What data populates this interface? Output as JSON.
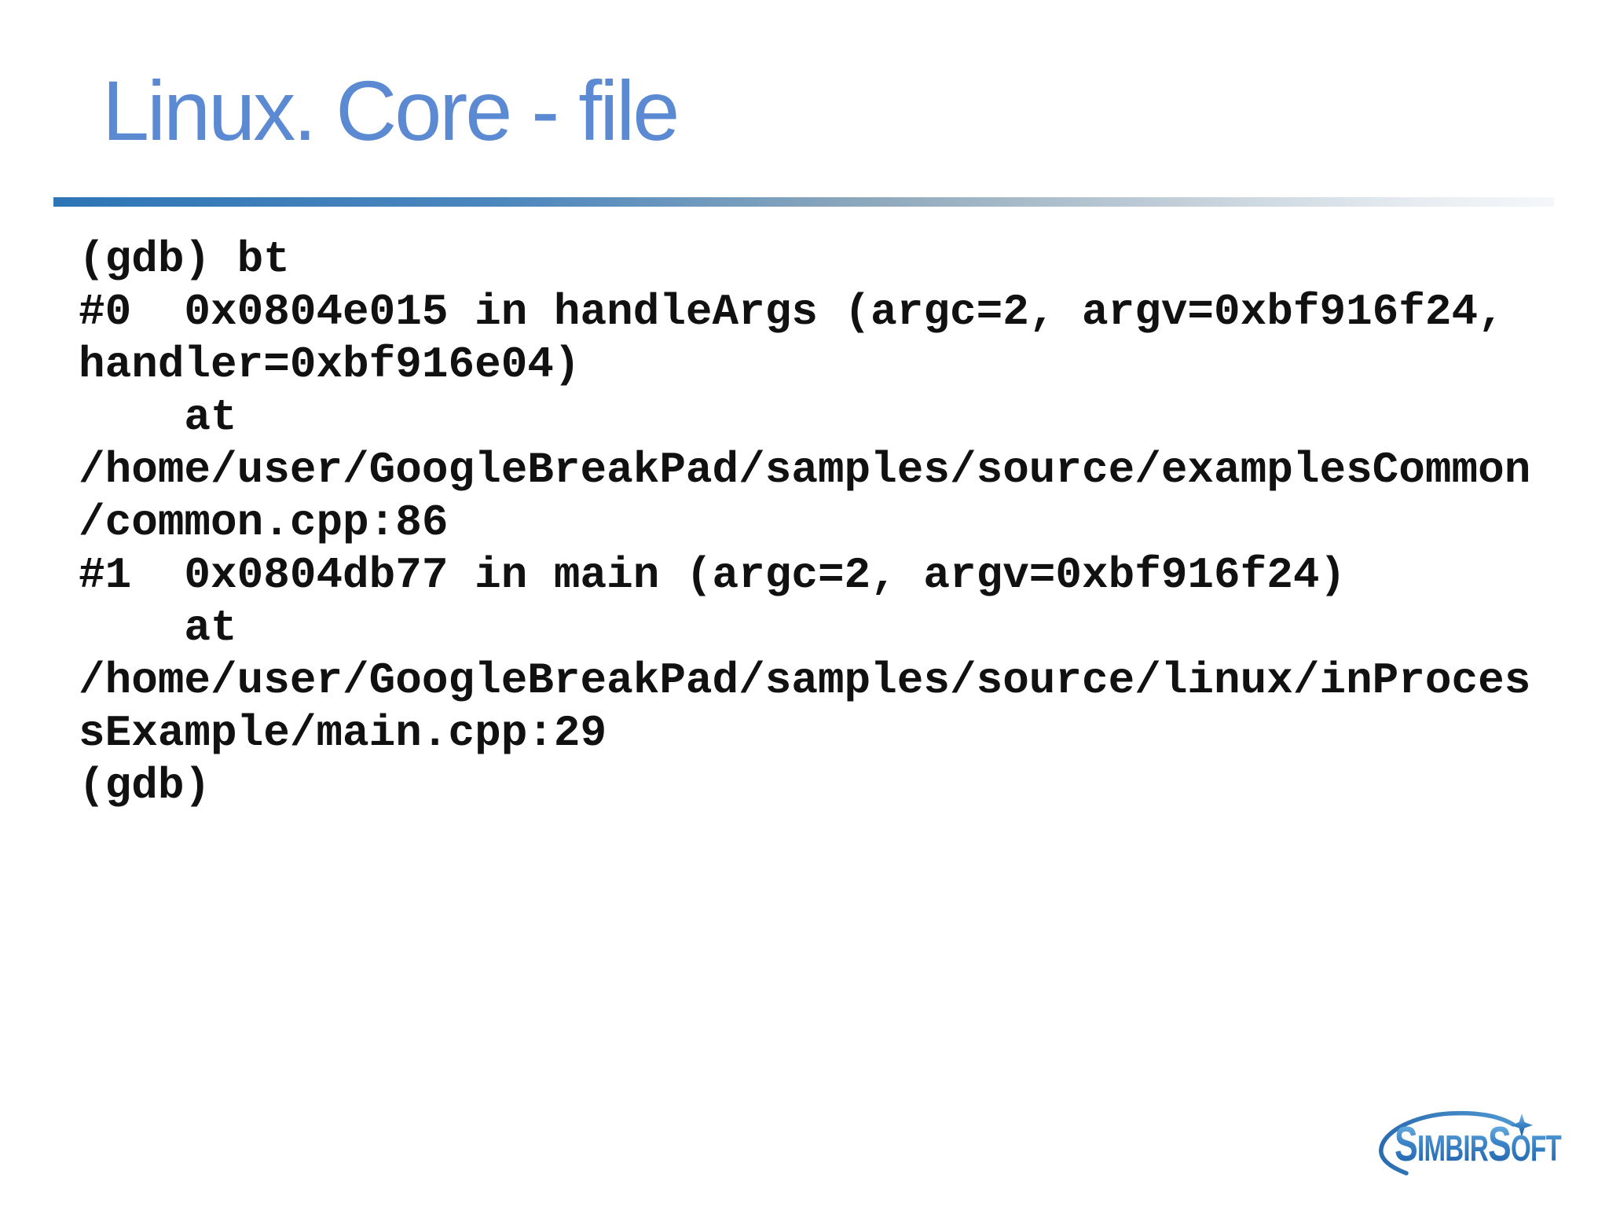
{
  "slide": {
    "title": "Linux. Core - file",
    "terminal": {
      "lines": [
        "(gdb) bt",
        "#0  0x0804e015 in handleArgs (argc=2, argv=0xbf916f24,",
        "handler=0xbf916e04)",
        "    at",
        "/home/user/GoogleBreakPad/samples/source/examplesCommon",
        "/common.cpp:86",
        "#1  0x0804db77 in main (argc=2, argv=0xbf916f24)",
        "    at",
        "/home/user/GoogleBreakPad/samples/source/linux/inProces",
        "sExample/main.cpp:29",
        "(gdb)"
      ]
    },
    "logo": {
      "name": "SimbirSoft",
      "part1": "S",
      "part2": "IMBIR",
      "part3": "S",
      "part4": "OFT",
      "star_icon": "sparkle-star"
    },
    "colors": {
      "title": "#5B8AD2",
      "rule_start": "#2E75B6",
      "rule_end": "#F4F7FA",
      "text": "#111111",
      "logo_top": "#7CC0EA",
      "logo_bottom": "#1A5EA8",
      "swoosh": "#3A80C2"
    }
  }
}
